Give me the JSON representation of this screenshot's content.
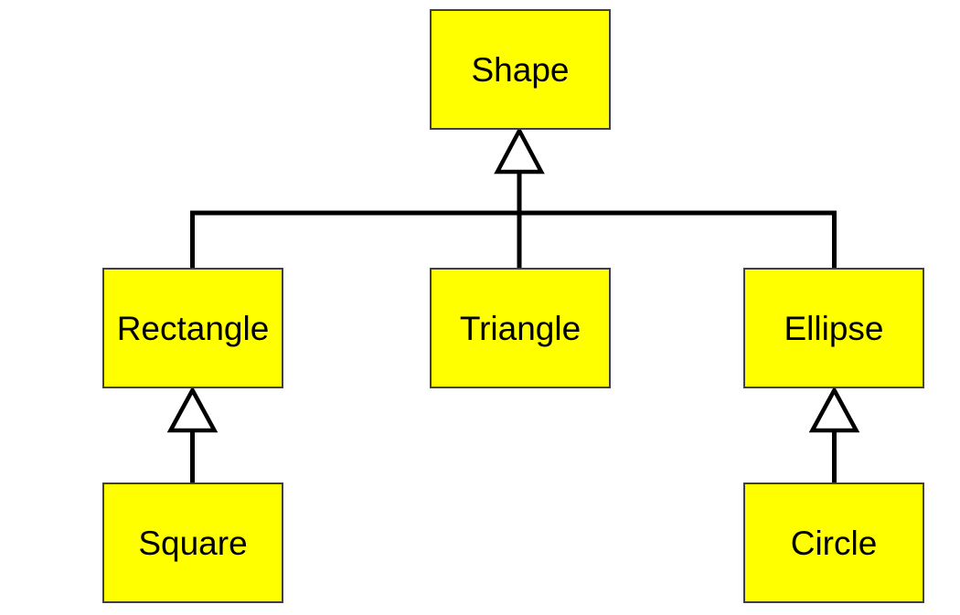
{
  "diagram": {
    "type": "uml-class-hierarchy",
    "colors": {
      "background": "#ffffff",
      "node_fill": "#ffff00",
      "node_border": "#404040",
      "connector": "#000000",
      "arrowhead_fill": "#ffffff",
      "label_text": "#000000"
    },
    "nodes": [
      {
        "id": "shape",
        "label": "Shape"
      },
      {
        "id": "rectangle",
        "label": "Rectangle"
      },
      {
        "id": "triangle",
        "label": "Triangle"
      },
      {
        "id": "ellipse",
        "label": "Ellipse"
      },
      {
        "id": "square",
        "label": "Square"
      },
      {
        "id": "circle",
        "label": "Circle"
      }
    ],
    "edges": [
      {
        "from": "Rectangle",
        "to": "Shape",
        "relation": "generalization"
      },
      {
        "from": "Triangle",
        "to": "Shape",
        "relation": "generalization"
      },
      {
        "from": "Ellipse",
        "to": "Shape",
        "relation": "generalization"
      },
      {
        "from": "Square",
        "to": "Rectangle",
        "relation": "generalization"
      },
      {
        "from": "Circle",
        "to": "Ellipse",
        "relation": "generalization"
      }
    ]
  }
}
